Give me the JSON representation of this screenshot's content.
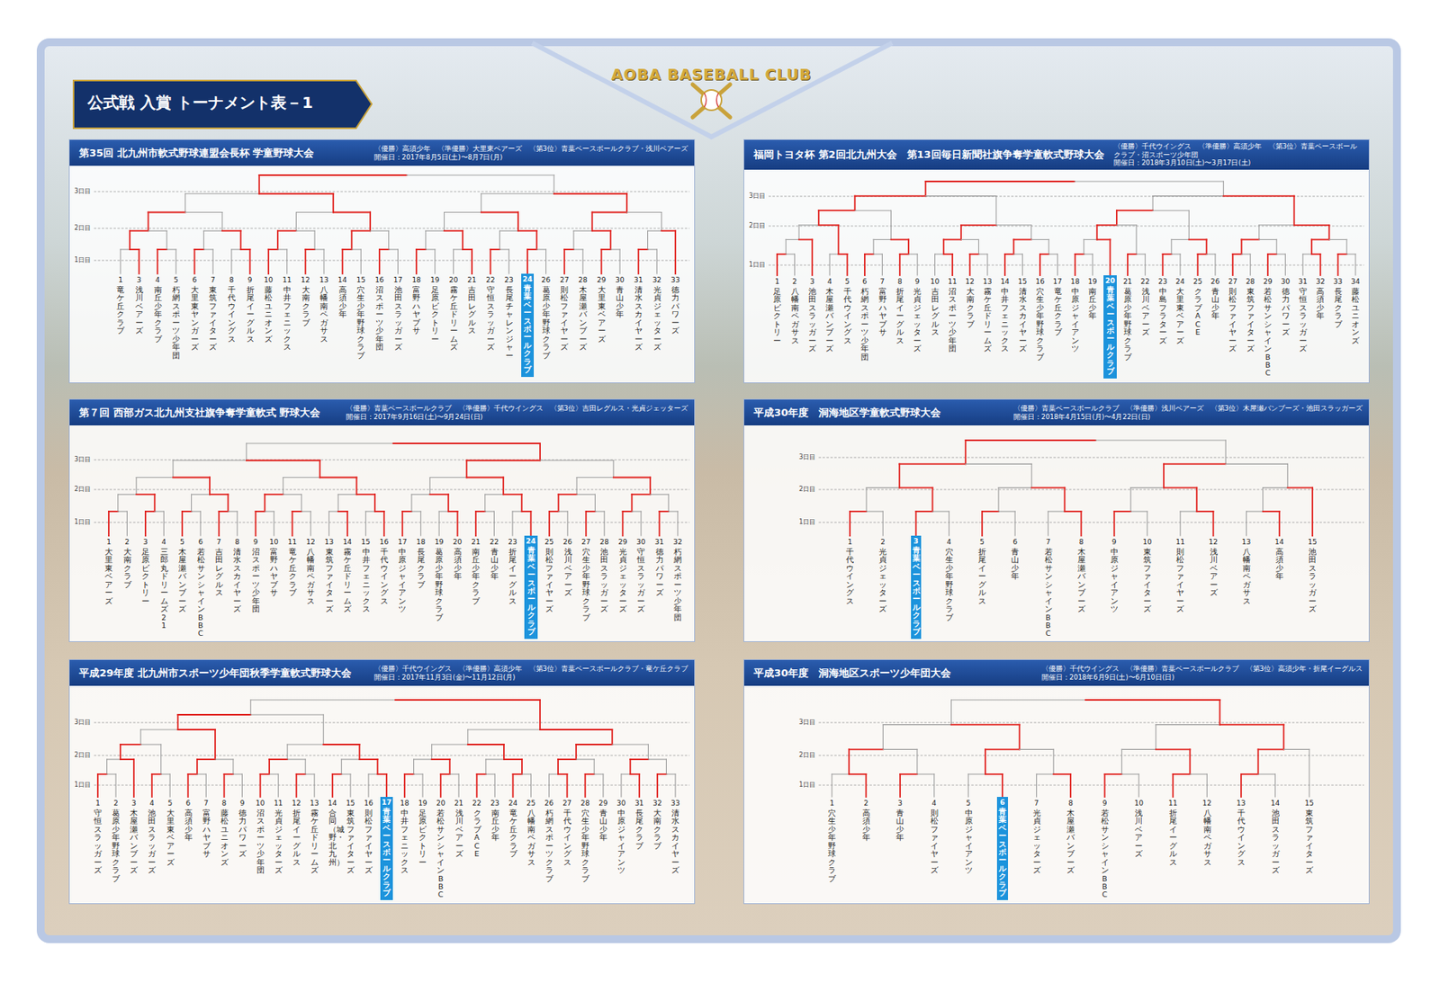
{
  "diagram": {
    "title": "公式戦 入賞 トーナメント表－1",
    "nodes": [
      {
        "text": [
          "第35回 北九州市軟式野球連盟会長杯 学童野球大会",
          "〈優勝〉高須少年　〈準優勝〉大里東ベアーズ　〈第3位〉青葉ベースボールクラブ・浅川ベアーズ",
          "開催日：2017年8月5日(土)〜8月7日(月)"
        ]
      },
      {
        "text": [
          "24",
          "青葉ベースボールクラブ"
        ],
        "in": 0
      },
      {
        "text": [
          "福岡トヨタ杯 第2回北九州大会　第13回毎日新聞社旗争奪学童軟式野球大会",
          "〈優勝〉千代ウイングス　〈準優勝〉高須少年　〈第3位〉青葉ベースボールクラブ・沼スポーツ少年団",
          "開催日：2018年3月10日(土)〜3月17日(土)"
        ]
      },
      {
        "text": [
          "20",
          "青葉ベースボールクラブ"
        ],
        "in": 2
      },
      {
        "text": [
          "第７回 西部ガス北九州支社旗争奪学童軟式 野球大会",
          "〈優勝〉青葉ベースボールクラブ　〈準優勝〉千代ウイングス　〈第3位〉吉田レグルス・光貞ジェッターズ",
          "開催日：2017年9月16日(土)〜9月24日(日)"
        ]
      },
      {
        "text": [
          "24",
          "青葉ベースボールクラブ"
        ],
        "in": 4
      },
      {
        "text": [
          "平成30年度　洞海地区学童軟式野球大会",
          "〈優勝〉青葉ベースボールクラブ　〈準優勝〉浅川ベアーズ　〈第3位〉木屋瀬バンブーズ・池田スラッガーズ",
          "開催日：2018年4月15日(月)〜4月22日(日)"
        ]
      },
      {
        "text": [
          "3",
          "青葉ベースボールクラブ"
        ],
        "in": 6
      },
      {
        "text": [
          "平成29年度 北九州市スポーツ少年団秋季学童軟式野球大会",
          "〈優勝〉千代ウイングス　〈準優勝〉高須少年　〈第3位〉青葉ベースボールクラブ・竜ケ丘クラブ",
          "開催日：2017年11月3日(金)〜11月12日(月)"
        ]
      },
      {
        "text": [
          "17",
          "青葉ベースボールクラブ"
        ],
        "in": 8
      },
      {
        "text": [
          "平成30年度　洞海地区スポーツ少年団大会",
          "〈優勝〉千代ウイングス　〈準優勝〉青葉ベースボールクラブ　〈第3位〉高須少年・折尾イーグルス",
          "開催日：2018年6月9日(土)〜6月10日(日)"
        ]
      },
      {
        "text": [
          "6",
          "青葉ベースボールクラブ"
        ],
        "in": 10
      }
    ],
    "labels": [
      "AOBA BASEBALL CLUB",
      "3日目",
      "2日目",
      "1日目",
      "1",
      "竜ケ丘クラブ",
      "3",
      "浅川ベアーズ",
      "4",
      "南丘少年クラブ",
      "5",
      "朽網スポーツ少年団",
      "6",
      "大里東ヤンガーズ",
      "7",
      "東筑ファイターズ",
      "8",
      "千代ウイングス",
      "9",
      "折尾イーグルス",
      "10",
      "藤松ユニオンズ",
      "11",
      "中井フェニックス",
      "12",
      "大南クラブ",
      "13",
      "八幡南ペガサス",
      "14",
      "高須少年",
      "15",
      "穴生少年野球クラブ",
      "16",
      "沼スポーツ少年団",
      "17",
      "池田スラッガーズ",
      "18",
      "富野ハヤブサ",
      "19",
      "足原ビクトリー",
      "20",
      "霧ケ丘ドリームズ",
      "21",
      "吉田レグルス",
      "22",
      "守恒スラッガーズ",
      "23",
      "長尾チャレンジャー",
      "26",
      "葛原少年野球クラブ",
      "27",
      "則松ファイヤーズ",
      "28",
      "木屋瀬バンブーズ",
      "29",
      "大里東ベアーズ",
      "30",
      "青山少年",
      "31",
      "清水スカイヤーズ",
      "32",
      "光貞ジェッターズ",
      "33",
      "徳力パワーズ",
      "3日目",
      "2日目",
      "1日目",
      "1",
      "足原ビクトリー",
      "2",
      "八幡南ペガサス",
      "3",
      "池田スラッガーズ",
      "4",
      "木屋瀬バンブーズ",
      "5",
      "千代ウイングス",
      "6",
      "朽網スポーツ少年団",
      "7",
      "富野ハヤブサ",
      "8",
      "折尾イーグルス",
      "9",
      "光貞ジェッターズ",
      "10",
      "吉田レグルス",
      "11",
      "沼スポーツ少年団",
      "12",
      "大南クラブ",
      "13",
      "霧ケ丘ドリームズ",
      "14",
      "中井フェニックス",
      "15",
      "清水スカイヤーズ",
      "16",
      "穴生少年野球クラブ",
      "17",
      "竜ケ丘クラブ",
      "18",
      "中原ジャイアンツ",
      "19",
      "南丘少年",
      "21",
      "葛原少年野球クラブ",
      "22",
      "浅川ベアーズ",
      "23",
      "中島フラターズ",
      "24",
      "大里東ベアーズ",
      "25",
      "クラブACE",
      "26",
      "青山少年",
      "27",
      "則松ファイヤーズ",
      "28",
      "東筑ファイターズ",
      "29",
      "若松サンシャインBBC",
      "30",
      "徳力パワーズ",
      "31",
      "守恒スラッガーズ",
      "32",
      "高須少年",
      "33",
      "長尾クラブ",
      "34",
      "藤松ユニオンズ",
      "3日目",
      "2日目",
      "1日目",
      "1",
      "大里東ベアーズ",
      "2",
      "大南クラブ",
      "3",
      "足原ビクトリー",
      "4",
      "三郎丸ドリームズ21",
      "5",
      "木屋瀬バンブーズ",
      "6",
      "若松サンシャインBBC",
      "7",
      "吉田レグルス",
      "8",
      "清水スカイヤーズ",
      "9",
      "沼スポーツ少年団",
      "10",
      "富野ハヤブサ",
      "11",
      "竜ケ丘クラブ",
      "12",
      "八幡南ペガサス",
      "13",
      "東筑ファイターズ",
      "14",
      "霧ケ丘ドリームズ",
      "15",
      "中井フェニックス",
      "16",
      "千代ウイングス",
      "17",
      "中原ジャイアンツ",
      "18",
      "長尾クラブ",
      "19",
      "葛原少年野球クラブ",
      "20",
      "高須少年",
      "21",
      "南丘少年クラブ",
      "22",
      "青山少年",
      "23",
      "折尾イーグルス",
      "25",
      "則松ファイヤーズ",
      "26",
      "浅川ベアーズ",
      "27",
      "穴生少年野球クラブ",
      "28",
      "池田スラッガーズ",
      "29",
      "光貞ジェッターズ",
      "30",
      "守恒スラッガーズ",
      "31",
      "徳力パワーズ",
      "32",
      "朽網スポーツ少年団",
      "3日目",
      "2日目",
      "1日目",
      "1",
      "千代ウイングス",
      "2",
      "光貞ジェッターズ",
      "4",
      "穴生少年野球クラブ",
      "5",
      "折尾イーグルス",
      "6",
      "青山少年",
      "7",
      "若松サンシャインBBC",
      "8",
      "木屋瀬バンブーズ",
      "9",
      "中原ジャイアンツ",
      "10",
      "東筑ファイターズ",
      "11",
      "則松ファイヤーズ",
      "12",
      "浅川ベアーズ",
      "13",
      "八幡南ペガサス",
      "14",
      "高須少年",
      "15",
      "池田スラッガーズ",
      "3日目",
      "2日目",
      "1日目",
      "1",
      "守恒スラッガーズ",
      "2",
      "葛原少年野球クラブ",
      "3",
      "木屋瀬バンブーズ",
      "4",
      "池田スラッガーズ",
      "5",
      "大里東ベアーズ",
      "6",
      "高須少年",
      "7",
      "富野ハヤブサ",
      "8",
      "藤松ユニオンズ",
      "9",
      "徳力パワーズ",
      "10",
      "沼スポーツ少年団",
      "11",
      "光貞ジェッターズ",
      "12",
      "折尾イーグルス",
      "13",
      "霧ケ丘ドリームズ",
      "14",
      "合同（城野・北九州）",
      "15",
      "東筑ファイターズ",
      "16",
      "則松ファイヤーズ",
      "18",
      "中井フェニックス",
      "19",
      "足原ビクトリー",
      "20",
      "若松サンシャインBBC",
      "21",
      "浅川ベアーズ",
      "22",
      "クラブACE",
      "23",
      "南丘少年",
      "24",
      "竜ケ丘クラブ",
      "25",
      "八幡南ペガサス",
      "26",
      "朽網スポーツクラブ",
      "27",
      "千代ウイングス",
      "28",
      "穴生少年野球クラブ",
      "29",
      "青山少年",
      "30",
      "中原ジャイアンツ",
      "31",
      "長尾クラブ",
      "32",
      "大南クラブ",
      "33",
      "清水スカイヤーズ",
      "3日目",
      "2日目",
      "1日目",
      "1",
      "穴生少年野球クラブ",
      "2",
      "高須少年",
      "3",
      "青山少年",
      "4",
      "則松ファイヤーズ",
      "5",
      "中原ジャイアンツ",
      "7",
      "光貞ジェッターズ",
      "8",
      "木屋瀬バンブーズ",
      "9",
      "若松サンシャインBBC",
      "10",
      "浅川ベアーズ",
      "11",
      "折尾イーグルス",
      "12",
      "八幡南ペガサス",
      "13",
      "千代ウイングス",
      "14",
      "池田スラッガーズ",
      "15",
      "東筑ファイターズ"
    ]
  }
}
